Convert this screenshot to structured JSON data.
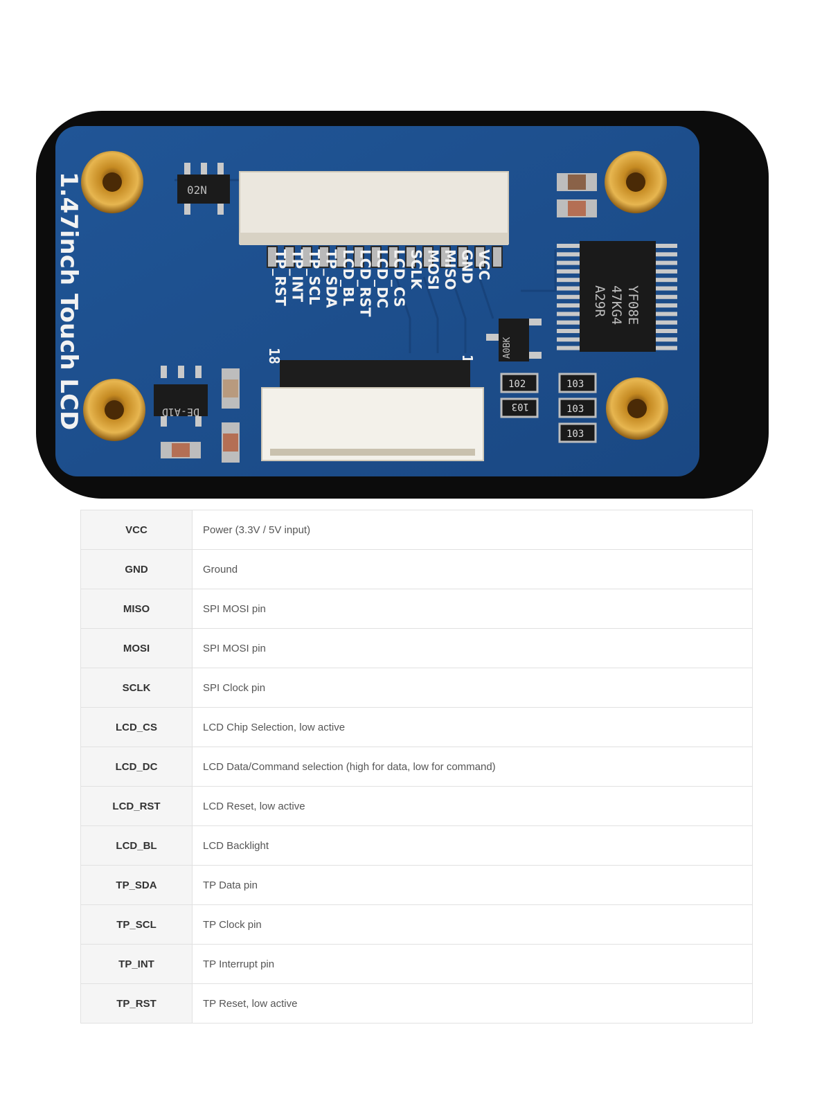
{
  "board": {
    "title": "1.47inch Touch LCD",
    "silkscreen_pins": [
      "VCC",
      "GND",
      "MISO",
      "MOSI",
      "SCLK",
      "LCD_CS",
      "LCD_DC",
      "LCD_RST",
      "LCD_BL",
      "TP_SDA",
      "TP_SCL",
      "TP_INT",
      "TP_RST"
    ],
    "pin_numbers": {
      "last": "18",
      "first": "1"
    },
    "ic_main": {
      "line1": "YF08E",
      "line2": "47KG4",
      "line3": "A29R"
    },
    "ic_regulator_top": "02N",
    "ic_regulator_bottom": "DE-A1D",
    "ic_small": "A0BK",
    "resistors": [
      "102",
      "103",
      "103",
      "103",
      "103"
    ],
    "colors": {
      "pcb": "#1d4f8d",
      "frame": "#0c0c0c",
      "mount": "#c58a22"
    }
  },
  "pinout": {
    "rows": [
      {
        "pin": "VCC",
        "desc": "Power (3.3V / 5V input)"
      },
      {
        "pin": "GND",
        "desc": "Ground"
      },
      {
        "pin": "MISO",
        "desc": "SPI MOSI pin"
      },
      {
        "pin": "MOSI",
        "desc": "SPI MOSI pin"
      },
      {
        "pin": "SCLK",
        "desc": "SPI Clock pin"
      },
      {
        "pin": "LCD_CS",
        "desc": "LCD Chip Selection, low active"
      },
      {
        "pin": "LCD_DC",
        "desc": "LCD Data/Command selection (high for data, low for command)"
      },
      {
        "pin": "LCD_RST",
        "desc": "LCD Reset, low active"
      },
      {
        "pin": "LCD_BL",
        "desc": "LCD Backlight"
      },
      {
        "pin": "TP_SDA",
        "desc": "TP Data pin"
      },
      {
        "pin": "TP_SCL",
        "desc": "TP Clock pin"
      },
      {
        "pin": "TP_INT",
        "desc": "TP Interrupt pin"
      },
      {
        "pin": "TP_RST",
        "desc": "TP Reset, low active"
      }
    ]
  }
}
